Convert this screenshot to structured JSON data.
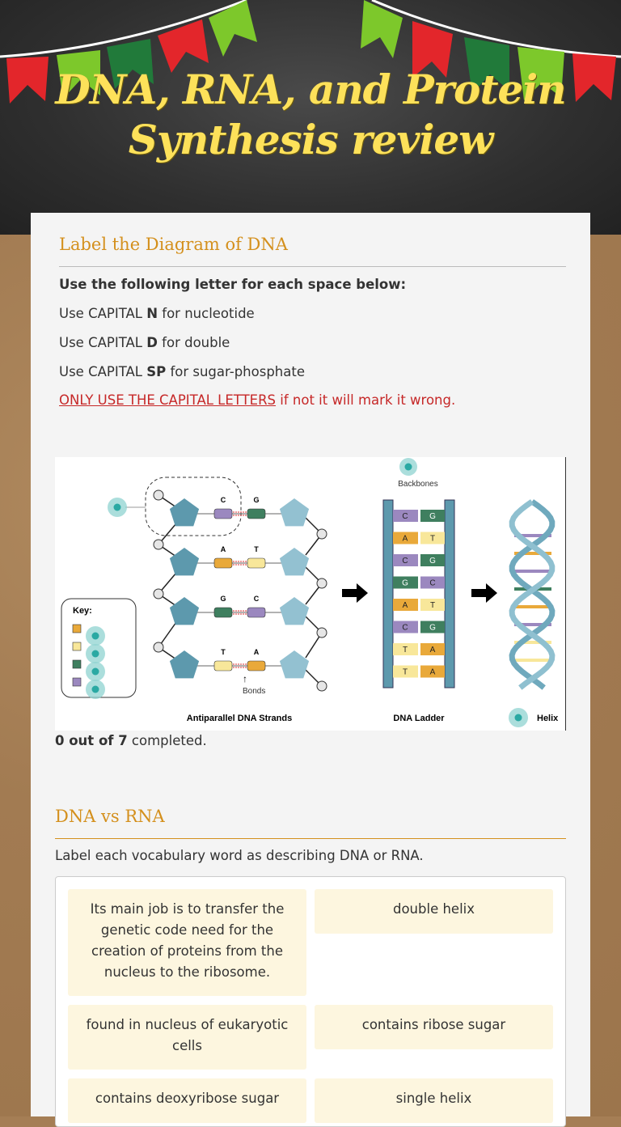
{
  "header": {
    "title": "DNA, RNA, and Protein Synthesis review"
  },
  "section1": {
    "heading": "Label the Diagram of DNA",
    "intro": "Use the following letter for each space below:",
    "lines": [
      {
        "pre": "Use CAPITAL ",
        "bold": "N",
        "post": " for nucleotide"
      },
      {
        "pre": "Use CAPITAL ",
        "bold": "D",
        "post": " for double"
      },
      {
        "pre": "Use CAPITAL ",
        "bold": "SP",
        "post": " for sugar-phosphate"
      }
    ],
    "warning_underlined": "ONLY USE THE CAPITAL LETTERS",
    "warning_rest": " if not it will mark it wrong.",
    "progress_bold": "0 out of 7",
    "progress_rest": " completed."
  },
  "diagram": {
    "key_label": "Key:",
    "bonds_label": "Bonds",
    "backbones_label": "Backbones",
    "caption_strands": "Antiparallel DNA Strands",
    "caption_ladder": "DNA Ladder",
    "caption_helix": "Helix",
    "strand_pairs": [
      [
        "C",
        "G"
      ],
      [
        "A",
        "T"
      ],
      [
        "G",
        "C"
      ],
      [
        "T",
        "A"
      ]
    ],
    "ladder_pairs": [
      [
        "C",
        "G"
      ],
      [
        "A",
        "T"
      ],
      [
        "C",
        "G"
      ],
      [
        "G",
        "C"
      ],
      [
        "A",
        "T"
      ],
      [
        "C",
        "G"
      ],
      [
        "T",
        "A"
      ],
      [
        "T",
        "A"
      ]
    ],
    "base_colors": {
      "A": "#e9a93a",
      "T": "#f8e79a",
      "G": "#3f7f5f",
      "C": "#9b88bf"
    },
    "key_colors": [
      "#e9a93a",
      "#f8e79a",
      "#3f7f5f",
      "#9b88bf"
    ]
  },
  "section2": {
    "heading": "DNA vs RNA",
    "instruction": "Label each vocabulary word as describing DNA or RNA.",
    "cards": [
      "Its main job is to transfer the genetic code need for the creation of proteins from the nucleus to the ribosome.",
      "double helix",
      "found in nucleus of eukaryotic cells",
      "contains ribose sugar",
      "contains deoxyribose sugar",
      "single helix"
    ]
  }
}
